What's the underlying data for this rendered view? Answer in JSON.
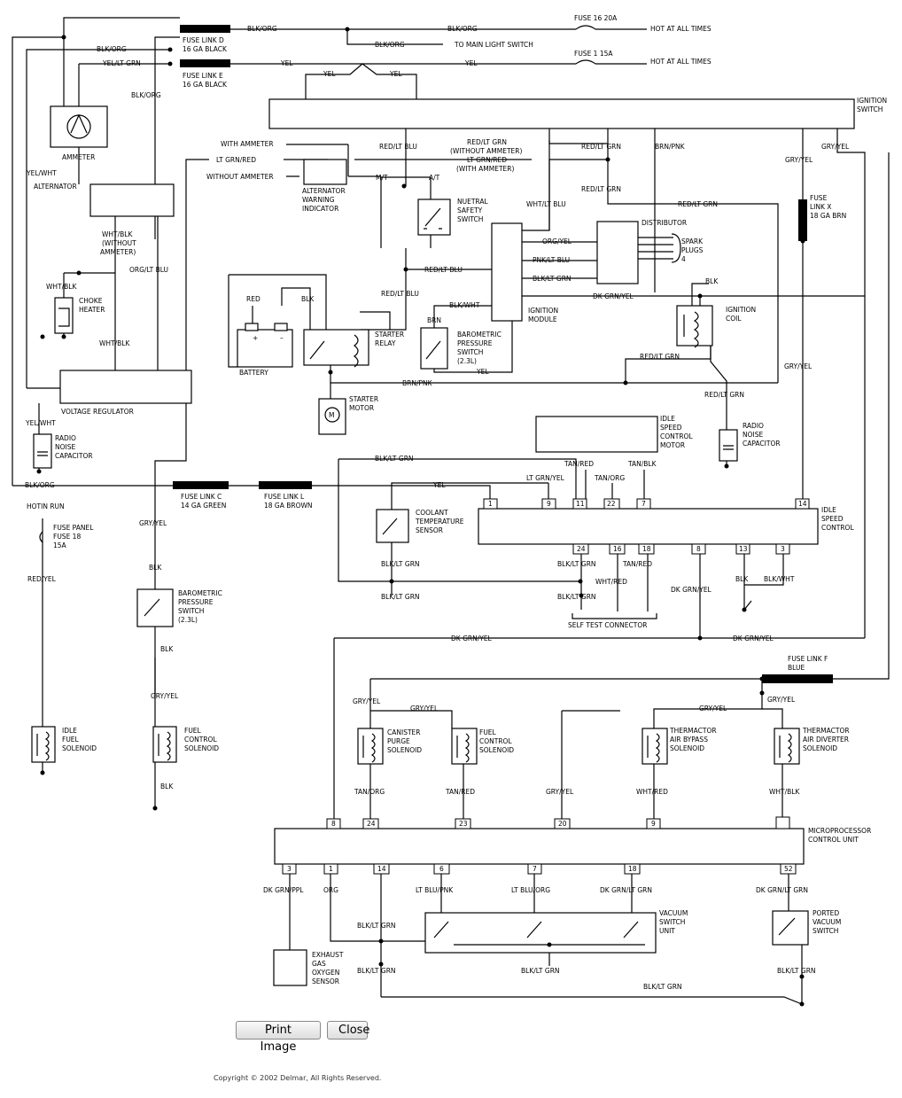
{
  "buttons": {
    "print": "Print Image",
    "close": "Close"
  },
  "copyright": "Copyright © 2002 Delmar, All Rights Reserved.",
  "labels": {
    "blk_org_1": "BLK/ORG",
    "blk_org_2": "BLK/ORG",
    "blk_org_3": "BLK/ORG",
    "blk_org_4": "BLK/ORG",
    "blk_org_5": "BLK/ORG",
    "fuse16": "FUSE 16 20A",
    "hot1": "HOT AT ALL TIMES",
    "to_main": "TO MAIN LIGHT SWITCH",
    "fuse_link_d": "FUSE LINK D",
    "ga16_black_d": "16 GA BLACK",
    "fuse_link_e": "FUSE LINK E",
    "ga16_black_e": "16 GA BLACK",
    "yel_lt_grn": "YEL/LT GRN",
    "yel_1": "YEL",
    "yel_2": "YEL",
    "yel_3": "YEL",
    "fuse1": "FUSE 1 15A",
    "hot2": "HOT AT ALL TIMES",
    "ignition_switch_1": "IGNITION",
    "ignition_switch_2": "SWITCH",
    "ammeter": "AMMETER",
    "yel_wht_1": "YEL/WHT",
    "alternator": "ALTERNATOR",
    "with_ammeter": "WITH AMMETER",
    "lt_grn_red": "LT GRN/RED",
    "without_ammeter": "WITHOUT AMMETER",
    "alt_warn_1": "ALTERNATOR",
    "alt_warn_2": "WARNING",
    "alt_warn_3": "INDICATOR",
    "red_lt_blu_1": "RED/LT BLU",
    "red_lt_grn_top": "RED/LT GRN",
    "without_amm2": "(WITHOUT AMMETER)",
    "lt_grn_red2": "LT GRN/RED",
    "with_amm2": "(WITH AMMETER)",
    "red_lt_grn_2": "RED/LT GRN",
    "brn_pnk_1": "BRN/PNK",
    "gry_yel_1": "GRY/YEL",
    "gry_yel_2": "GRY/YEL",
    "mt": "M/T",
    "at": "A/T",
    "neutral_1": "NUETRAL",
    "neutral_2": "SAFETY",
    "neutral_3": "SWITCH",
    "wht_lt_blu": "WHT/LT BLU",
    "red_lt_grn_3": "RED/LT GRN",
    "red_lt_grn_4": "RED/LT GRN",
    "fuse_link_x_1": "FUSE",
    "fuse_link_x_2": "LINK X",
    "fuse_link_x_3": "18 GA BRN",
    "wht_blk_1": "WHT/BLK",
    "without_amm3": "(WITHOUT",
    "without_amm4": "AMMETER)",
    "org_lt_blu": "ORG/LT BLU",
    "distributor": "DISTRIBUTOR",
    "org_yel": "ORG/YEL",
    "pnk_lt_blu": "PNK/LT BLU",
    "blk_lt_grn_1": "BLK/LT GRN",
    "spark_1": "SPARK",
    "spark_2": "PLUGS",
    "spark_3": "4",
    "red_lt_blu_2": "RED/LT BLU",
    "red": "RED",
    "blk_1": "BLK",
    "wht_blk_2": "WHT/BLK",
    "choke_1": "CHOKE",
    "choke_2": "HEATER",
    "red_lt_blu_3": "RED/LT BLU",
    "blk_wht": "BLK/WHT",
    "brn": "BRN",
    "dk_grn_yel_1": "DK GRN/YEL",
    "blk_2": "BLK",
    "ign_mod_1": "IGNITION",
    "ign_mod_2": "MODULE",
    "ign_coil_1": "IGNITION",
    "ign_coil_2": "COIL",
    "starter_relay_1": "STARTER",
    "starter_relay_2": "RELAY",
    "baro_1": "BAROMETRIC",
    "baro_2": "PRESSURE",
    "baro_3": "SWITCH",
    "baro_4": "(2.3L)",
    "wht_blk_3": "WHT/BLK",
    "battery": "BATTERY",
    "yel_4": "YEL",
    "red_lt_grn_5": "RED/LT GRN",
    "gry_yel_3": "GRY/YEL",
    "brn_pnk_2": "BRN/PNK",
    "voltage_regulator": "VOLTAGE REGULATOR",
    "red_lt_grn_6": "RED/LT GRN",
    "starter_motor_1": "STARTER",
    "starter_motor_2": "MOTOR",
    "yel_wht_2": "YEL/WHT",
    "rnc1_1": "RADIO",
    "rnc1_2": "NOISE",
    "rnc1_3": "CAPACITOR",
    "rnc2_1": "RADIO",
    "rnc2_2": "NOISE",
    "rnc2_3": "CAPACITOR",
    "isc_motor_1": "IDLE",
    "isc_motor_2": "SPEED",
    "isc_motor_3": "CONTROL",
    "isc_motor_4": "MOTOR",
    "blk_lt_grn_2": "BLK/LT GRN",
    "tan_red_1": "TAN/RED",
    "tan_blk": "TAN/BLK",
    "lt_grn_yel": "LT GRN/YEL",
    "tan_org_1": "TAN/ORG",
    "fuse_link_c_1": "FUSE LINK C",
    "fuse_link_c_2": "14 GA GREEN",
    "fuse_link_l_1": "FUSE LINK L",
    "fuse_link_l_2": "18 GA BROWN",
    "yel_5": "YEL",
    "hotin_run": "HOTIN RUN",
    "fuse_panel_1": "FUSE PANEL",
    "fuse_panel_2": "FUSE 18",
    "fuse_panel_3": "15A",
    "coolant_1": "COOLANT",
    "coolant_2": "TEMPERATURE",
    "coolant_3": "SENSOR",
    "isc_1": "IDLE",
    "isc_2": "SPEED",
    "isc_3": "CONTROL",
    "gry_yel_4": "GRY/YEL",
    "blk_3": "BLK",
    "baro2_1": "BAROMETRIC",
    "baro2_2": "PRESSURE",
    "baro2_3": "SWITCH",
    "baro2_4": "(2.3L)",
    "red_yel": "RED/YEL",
    "blk_lt_grn_3": "BLK/LT GRN",
    "tan_red_2": "TAN/RED",
    "blk_lt_grn_4": "BLK/LT GRN",
    "wht_red_1": "WHT/RED",
    "dk_grn_yel_2": "DK GRN/YEL",
    "blk_4": "BLK",
    "blk_wht_2": "BLK/WHT",
    "self_test": "SELF TEST CONNECTOR",
    "blk_5": "BLK",
    "gry_yel_5": "GRY/YEL",
    "dk_grn_yel_3": "DK GRN/YEL",
    "dk_grn_yel_4": "DK GRN/YEL",
    "fuse_link_f_1": "FUSE LINK F",
    "fuse_link_f_2": "BLUE",
    "gry_yel_6": "GRY/YEL",
    "gry_yel_7": "GRY/YEL",
    "gry_yel_8": "GRY/YEL",
    "gry_yel_9": "GRY/YEL",
    "idle_fuel_1": "IDLE",
    "idle_fuel_2": "FUEL",
    "idle_fuel_3": "SOLENOID",
    "fuel_ctrl_1": "FUEL",
    "fuel_ctrl_2": "CONTROL",
    "fuel_ctrl_3": "SOLENOID",
    "canister_1": "CANISTER",
    "canister_2": "PURGE",
    "canister_3": "SOLENOID",
    "fuel_ctrl2_1": "FUEL",
    "fuel_ctrl2_2": "CONTROL",
    "fuel_ctrl2_3": "SOLENOID",
    "thermactor_bypass_1": "THERMACTOR",
    "thermactor_bypass_2": "AIR BYPASS",
    "thermactor_bypass_3": "SOLENOID",
    "thermactor_div_1": "THERMACTOR",
    "thermactor_div_2": "AIR DIVERTER",
    "thermactor_div_3": "SOLENOID",
    "blk_6": "BLK",
    "tan_org_2": "TAN/ORG",
    "tan_red_3": "TAN/RED",
    "gry_yel_10": "GRY/YEL",
    "wht_red_2": "WHT/RED",
    "wht_blk_4": "WHT/BLK",
    "mcu_1": "MICROPROCESSOR",
    "mcu_2": "CONTROL UNIT",
    "dk_grn_ppl": "DK GRN/PPL",
    "org": "ORG",
    "lt_blu_pnk": "LT BLU/PNK",
    "lt_blu_org": "LT BLU/ORG",
    "dk_grn_lt_grn_1": "DK GRN/LT GRN",
    "dk_grn_lt_grn_2": "DK GRN/LT GRN",
    "blk_lt_grn_5": "BLK/LT GRN",
    "blk_lt_grn_6": "BLK/LT GRN",
    "blk_lt_grn_7": "BLK/LT GRN",
    "blk_lt_grn_8": "BLK/LT GRN",
    "blk_lt_grn_9": "BLK/LT GRN",
    "vacuum_1": "VACUUM",
    "vacuum_2": "SWITCH",
    "vacuum_3": "UNIT",
    "ported_1": "PORTED",
    "ported_2": "VACUUM",
    "ported_3": "SWITCH",
    "exhaust_1": "EXHAUST",
    "exhaust_2": "GAS",
    "exhaust_3": "OXYGEN",
    "exhaust_4": "SENSOR",
    "blk_lt_grn_10": "BLK/LT GRN"
  },
  "pins": {
    "isc": [
      "1",
      "9",
      "11",
      "22",
      "7",
      "14",
      "24",
      "16",
      "18",
      "8",
      "13",
      "3"
    ],
    "mcu_top": [
      "8",
      "24",
      "23",
      "20",
      "9",
      ""
    ],
    "mcu_bottom": [
      "3",
      "1",
      "14",
      "6",
      "7",
      "18",
      "52"
    ]
  }
}
